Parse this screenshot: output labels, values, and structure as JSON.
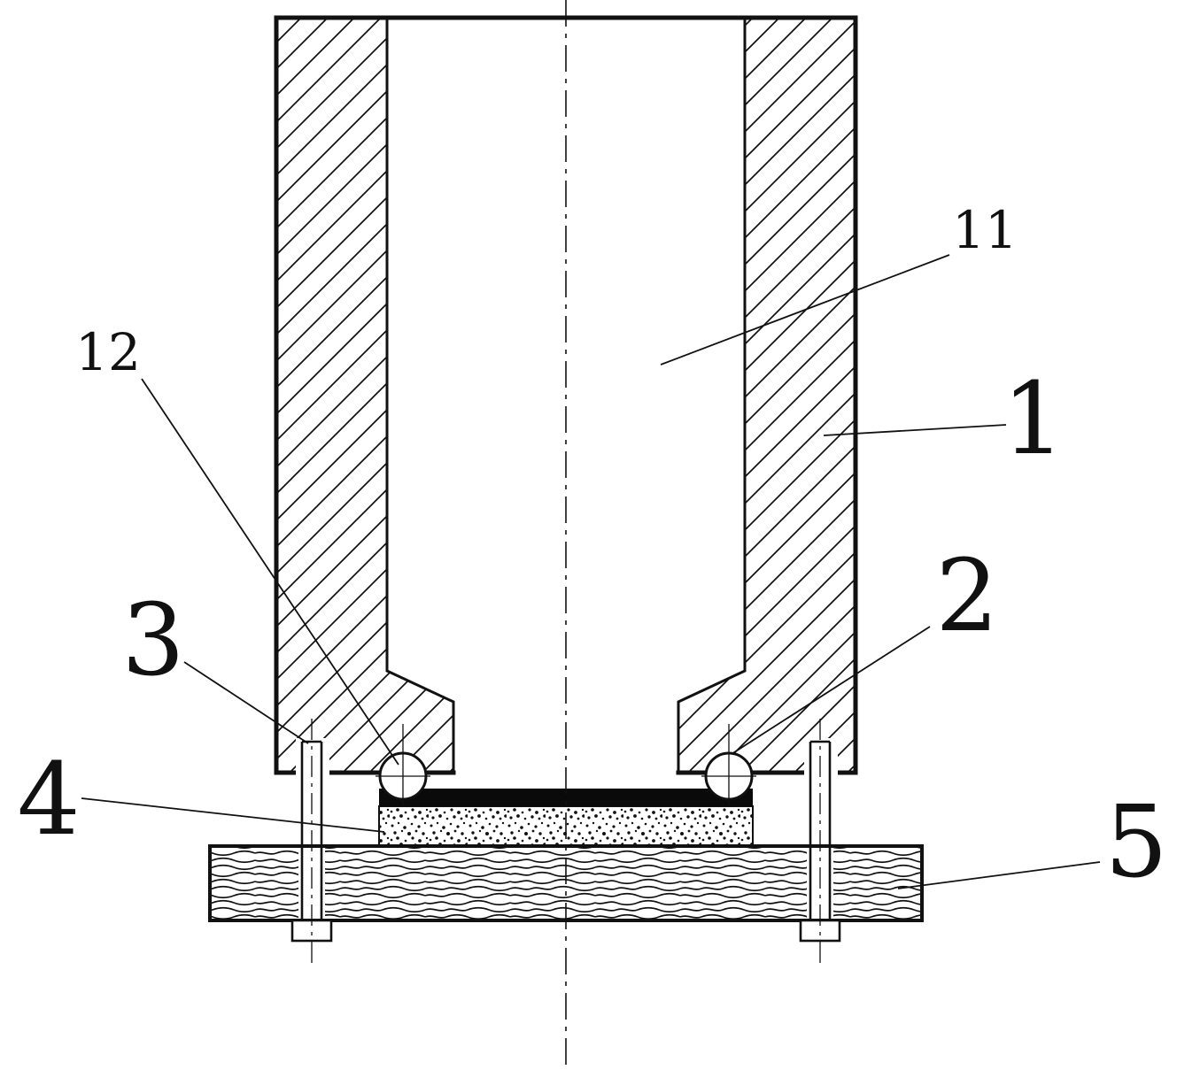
{
  "drawing": {
    "type": "patent-sectional-drawing",
    "background_color": "#ffffff",
    "line_color": "#000000",
    "solid_bar_color": "#0a0a0a",
    "labels": {
      "l1": "1",
      "l2": "2",
      "l3": "3",
      "l4": "4",
      "l5": "5",
      "l11": "11",
      "l12": "12"
    }
  }
}
